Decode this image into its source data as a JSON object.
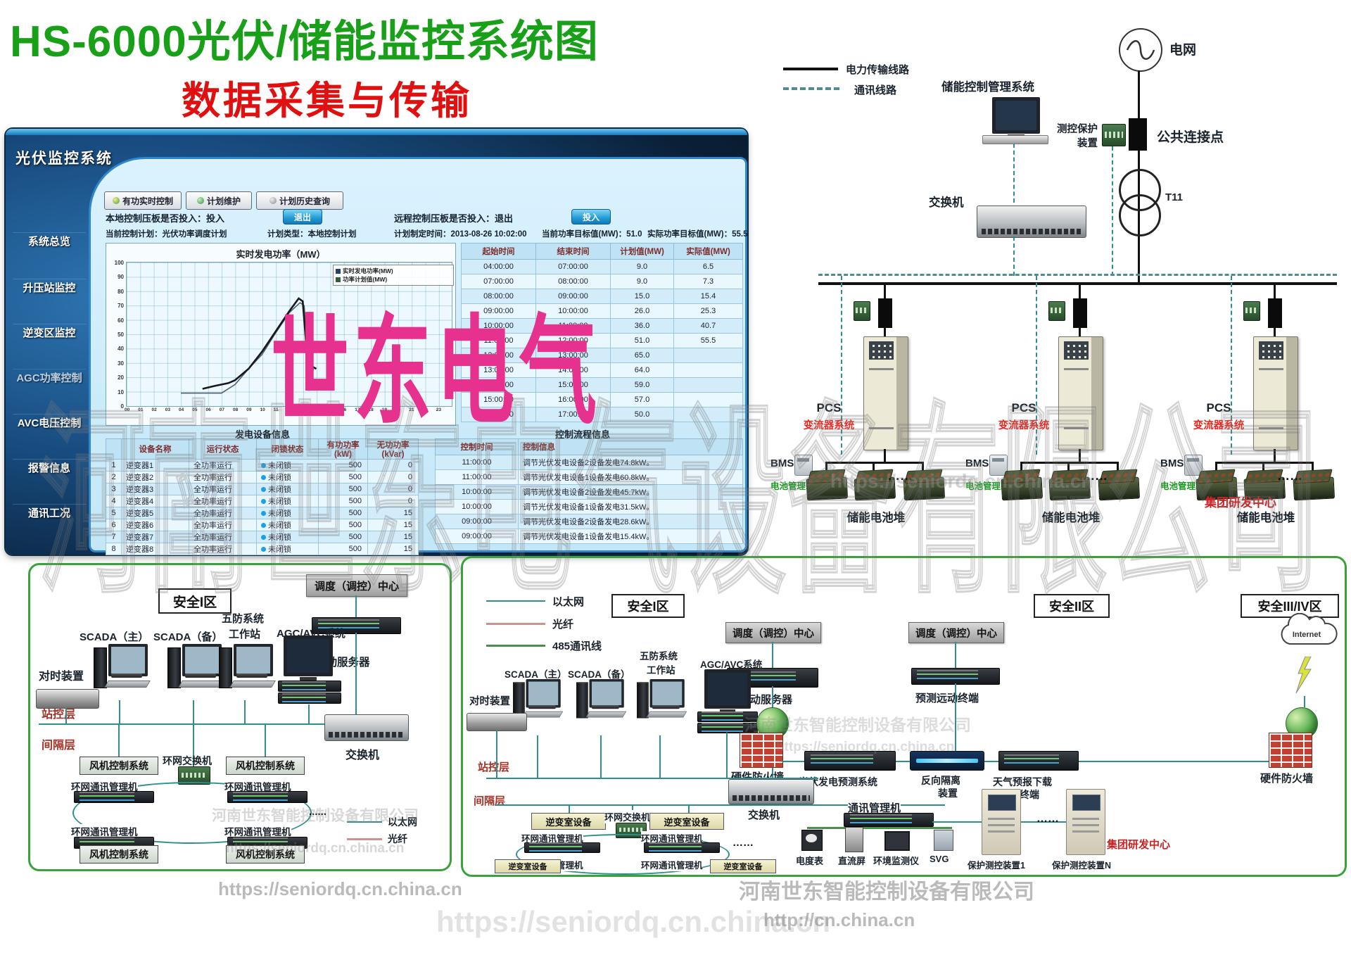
{
  "header": {
    "title": "HS-6000光伏/储能监控系统图",
    "subtitle": "数据采集与传输",
    "legend": {
      "power": "电力传输线路",
      "comm": "通讯线路"
    }
  },
  "monitor_app": {
    "sidebar_title": "光伏监控系统",
    "menu": [
      "系统总览",
      "升压站监控",
      "逆变区监控",
      "AGC功率控制",
      "AVC电压控制",
      "报警信息",
      "通讯工况"
    ],
    "toolbar": [
      "有功实时控制",
      "计划维护",
      "计划历史查询"
    ],
    "status": {
      "local_label": "本地控制压板是否投入：投入",
      "local_btn": "退出",
      "remote_label": "远程控制压板是否投入：退出",
      "remote_btn": "投入"
    },
    "plan_info": [
      "当前控制计划：光伏功率调度计划",
      "计划类型：本地控制计划",
      "计划制定时间：2013-08-26 10:02:00",
      "当前功率目标值(MW)：51.0",
      "实际功率目标值(MW)：55.5"
    ],
    "chart": {
      "type": "line",
      "title": "实时发电功率（MW）",
      "legend": [
        "实时发电功率(MW)",
        "功率计划值(MW)"
      ],
      "y_ticks": [
        100,
        90,
        80,
        70,
        60,
        50,
        40,
        30,
        20,
        10,
        0
      ],
      "x_ticks": [
        "00",
        "01",
        "02",
        "03",
        "04",
        "05",
        "06",
        "07",
        "08",
        "09",
        "10",
        "11",
        "12",
        "13",
        "14",
        "15",
        "16",
        "17",
        "18",
        "19",
        "20",
        "21",
        "22",
        "23"
      ],
      "actual": [
        [
          5.6,
          12
        ],
        [
          6.5,
          14
        ],
        [
          7.5,
          16
        ],
        [
          8,
          18
        ],
        [
          9,
          26
        ],
        [
          10,
          38
        ],
        [
          11,
          52
        ],
        [
          12,
          66
        ],
        [
          12.7,
          75
        ],
        [
          13,
          73
        ],
        [
          13.3,
          38
        ],
        [
          13.6,
          28
        ],
        [
          14,
          26
        ]
      ],
      "plan": [
        [
          4,
          9
        ],
        [
          7,
          9
        ],
        [
          8,
          15
        ],
        [
          9,
          26
        ],
        [
          10,
          36
        ],
        [
          11,
          51
        ],
        [
          12,
          65
        ],
        [
          12.8,
          72
        ],
        [
          13.1,
          70
        ],
        [
          13.4,
          35
        ],
        [
          13.8,
          25
        ]
      ]
    },
    "plan_table": {
      "headers": [
        "起始时间",
        "结束时间",
        "计划值(MW)",
        "实际值(MW)"
      ],
      "rows": [
        [
          "04:00:00",
          "07:00:00",
          "9.0",
          "6.5"
        ],
        [
          "07:00:00",
          "08:00:00",
          "9.0",
          "7.3"
        ],
        [
          "08:00:00",
          "09:00:00",
          "15.0",
          "15.4"
        ],
        [
          "09:00:00",
          "10:00:00",
          "26.0",
          "25.3"
        ],
        [
          "10:00:00",
          "11:00:00",
          "36.0",
          "40.7"
        ],
        [
          "11:00:00",
          "12:00:00",
          "51.0",
          "55.5"
        ],
        [
          "12:00:00",
          "13:00:00",
          "65.0",
          ""
        ],
        [
          "13:00:00",
          "14:00:00",
          "64.0",
          ""
        ],
        [
          "14:00:00",
          "15:00:00",
          "59.0",
          ""
        ],
        [
          "15:00:00",
          "16:00:00",
          "57.0",
          ""
        ],
        [
          "16:00:00",
          "17:00:00",
          "50.0",
          ""
        ]
      ]
    },
    "section_left": "发电设备信息",
    "section_right": "控制流程信息",
    "device_table": {
      "headers": [
        "",
        "设备名称",
        "运行状态",
        "闭锁状态",
        "有功功率(kW)",
        "无功功率(kVar)"
      ],
      "rows": [
        [
          "1",
          "逆变器1",
          "全功率运行",
          "未闭锁",
          "500",
          "0"
        ],
        [
          "2",
          "逆变器2",
          "全功率运行",
          "未闭锁",
          "500",
          "0"
        ],
        [
          "3",
          "逆变器3",
          "全功率运行",
          "未闭锁",
          "500",
          "0"
        ],
        [
          "4",
          "逆变器4",
          "全功率运行",
          "未闭锁",
          "500",
          "0"
        ],
        [
          "5",
          "逆变器5",
          "全功率运行",
          "未闭锁",
          "500",
          "15"
        ],
        [
          "6",
          "逆变器6",
          "全功率运行",
          "未闭锁",
          "500",
          "15"
        ],
        [
          "7",
          "逆变器7",
          "全功率运行",
          "未闭锁",
          "500",
          "15"
        ],
        [
          "8",
          "逆变器8",
          "全功率运行",
          "未闭锁",
          "500",
          "15"
        ]
      ]
    },
    "control_table": {
      "headers": [
        "控制时间",
        "控制信息"
      ],
      "rows": [
        [
          "11:00:00",
          "调节光伏发电设备2设备发电74.8kW。"
        ],
        [
          "11:00:00",
          "调节光伏发电设备1设备发电60.8kW。"
        ],
        [
          "10:00:00",
          "调节光伏发电设备2设备发电45.7kW。"
        ],
        [
          "10:00:00",
          "调节光伏发电设备1设备发电31.5kW。"
        ],
        [
          "09:00:00",
          "调节光伏发电设备2设备发电28.6kW。"
        ],
        [
          "09:00:00",
          "调节光伏发电设备1设备发电15.4kW。"
        ]
      ]
    }
  },
  "storage": {
    "grid": "电网",
    "pcc": "公共连接点",
    "protect1": "测控保护",
    "protect2": "装置",
    "transformer": "T11",
    "ems": "储能控制管理系统",
    "switch": "交换机",
    "pcs": "PCS",
    "pcs_sub": "变流器系统",
    "bms": "BMS",
    "bms_sub": "电池管理系统",
    "battery": "储能电池堆",
    "dots": "……",
    "rd": "集团研发中心"
  },
  "plant_left": {
    "zone": "安全I区",
    "dispatch": "调度（调控）中心",
    "server": "远动服务器",
    "timesync": "对时装置",
    "scada_m": "SCADA（主）",
    "scada_b": "SCADA（备）",
    "wufang1": "五防系统",
    "wufang2": "工作站",
    "agc": "AGC/AVC系统",
    "station": "站控层",
    "bay": "间隔层",
    "switch": "交换机",
    "fan": "风机控制系统",
    "ring_switch": "环网交换机",
    "ring_mgr": "环网通讯管理机",
    "dots": "......",
    "eth": "以太网",
    "fiber": "光纤"
  },
  "plant_right": {
    "eth": "以太网",
    "fiber": "光纤",
    "rs485": "485通讯线",
    "zone1": "安全I区",
    "zone2": "安全II区",
    "zone3": "安全III/IV区",
    "internet": "Internet",
    "dispatch": "调度（调控）中心",
    "timesync": "对时装置",
    "scada_m": "SCADA（主）",
    "scada_b": "SCADA（备）",
    "wufang1": "五防系统",
    "wufang2": "工作站",
    "agc": "AGC/AVC系统",
    "yd_server": "远动服务器",
    "predict_term": "预测远动终端",
    "firewall": "硬件防火墙",
    "pv_predict": "光伏发电预测系统",
    "iso1": "反向隔离",
    "iso2": "装置",
    "weather1": "天气预报下载",
    "weather2": "终端",
    "station": "站控层",
    "bay": "间隔层",
    "switch": "交换机",
    "comm_mgr": "通讯管理机",
    "inverter_room": "逆变室设备",
    "ring_switch": "环网交换机",
    "ring_mgr": "环网通讯管理机",
    "protect1": "保护测控装置1",
    "protectN": "保护测控装置N",
    "meter": "电度表",
    "dc": "直流屏",
    "env": "环境监测仪",
    "svg": "SVG",
    "rd": "集团研发中心",
    "dots": "……"
  },
  "watermarks": {
    "pink": "世东电气",
    "company_big": "河南世东电气设备有限公司",
    "url": "https://seniordq.cn.china.cn",
    "company2": "河南世东智能控制设备有限公司",
    "url2": "http://cn.china.cn"
  }
}
